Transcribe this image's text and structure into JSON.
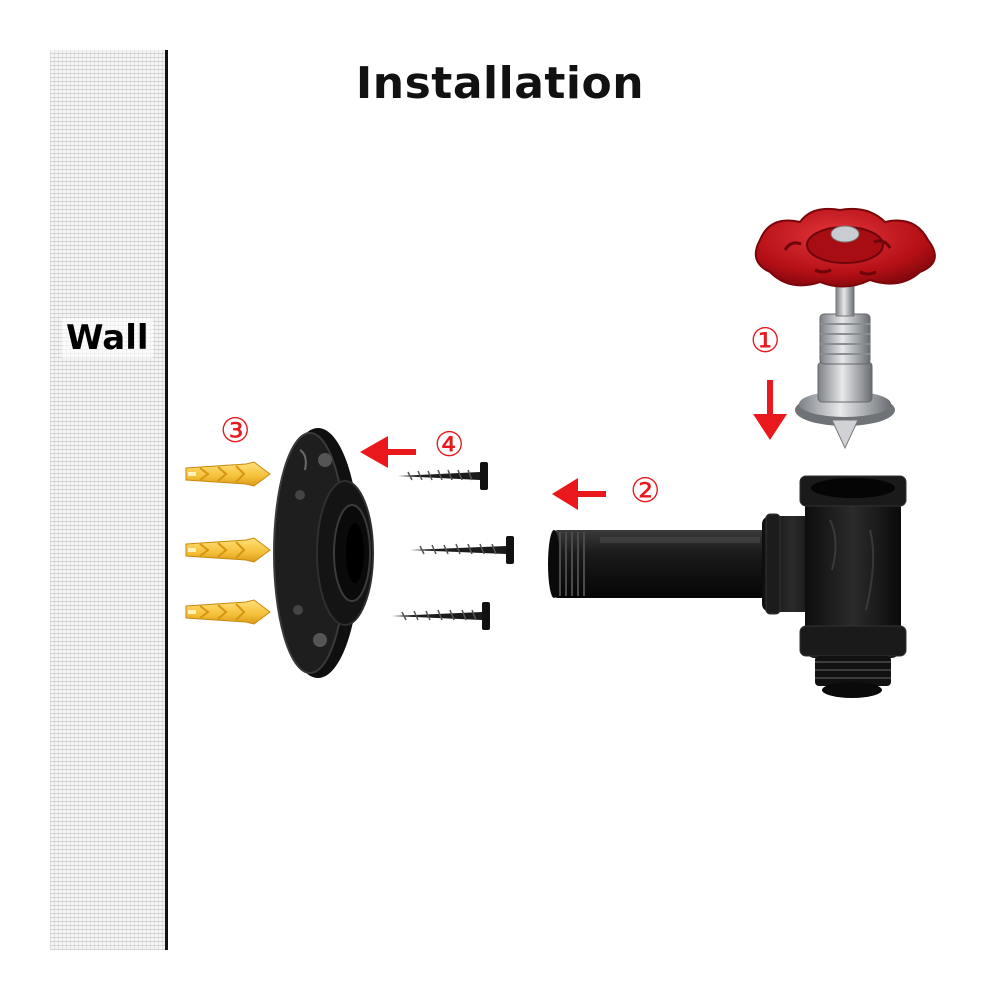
{
  "title": "Installation",
  "wall": {
    "label": "Wall"
  },
  "steps": [
    "①",
    "②",
    "③",
    "④"
  ],
  "colors": {
    "accent_red": "#e8181d",
    "handwheel_red": "#c8141b",
    "anchor_yellow": "#f5c542",
    "iron_black": "#151515",
    "chrome": "#b9bcc0"
  },
  "icons": {
    "arrow": "arrow-icon",
    "handwheel": "gate-valve-handwheel",
    "tee": "pipe-tee",
    "nipple": "pipe-nipple",
    "flange": "floor-flange",
    "screw": "wood-screw",
    "anchor": "wall-anchor"
  }
}
